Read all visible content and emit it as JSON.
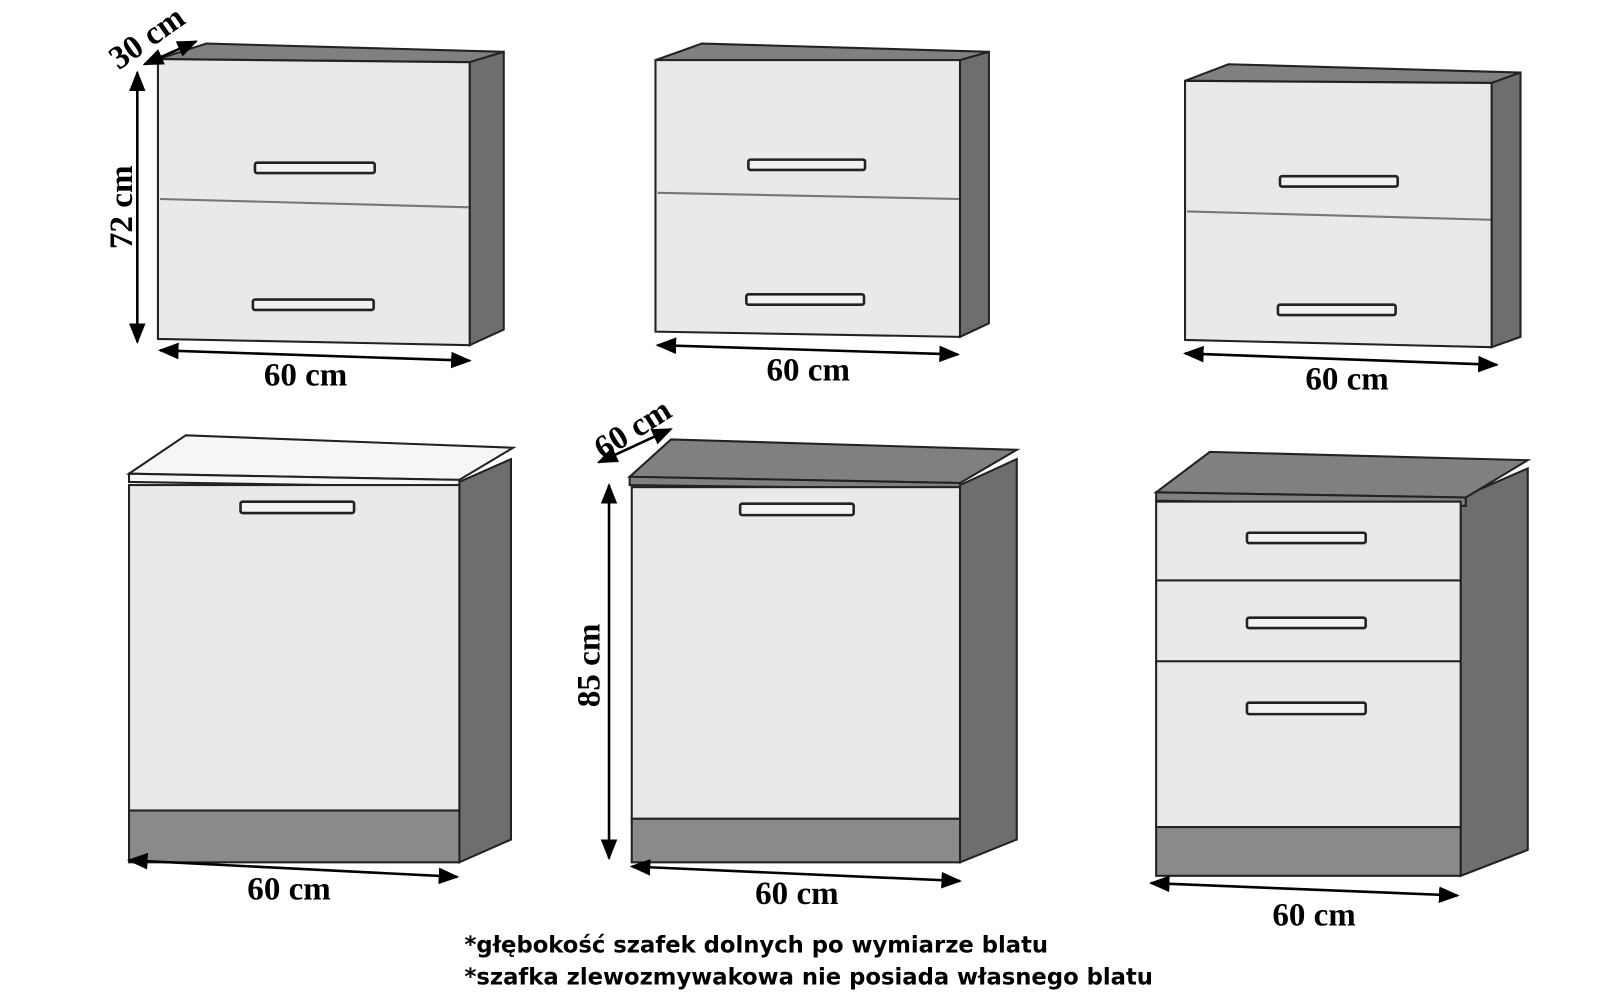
{
  "colors": {
    "front": "#e9e9e9",
    "side": "#6e6e6e",
    "top": "#808080",
    "worktop": "#f6f6f6",
    "text": "#000000"
  },
  "upper_cabinets": [
    {
      "width_label": "60 cm",
      "depth_label": "30 cm",
      "height_label": "72 cm"
    },
    {
      "width_label": "60 cm"
    },
    {
      "width_label": "60 cm"
    }
  ],
  "lower_cabinets": [
    {
      "width_label": "60 cm"
    },
    {
      "width_label": "60 cm",
      "depth_label": "60 cm",
      "height_label": "85 cm"
    },
    {
      "width_label": "60 cm"
    }
  ],
  "notes": [
    "*głębokość szafek dolnych po wymiarze blatu",
    "*szafka zlewozmywakowa nie posiada własnego blatu"
  ]
}
